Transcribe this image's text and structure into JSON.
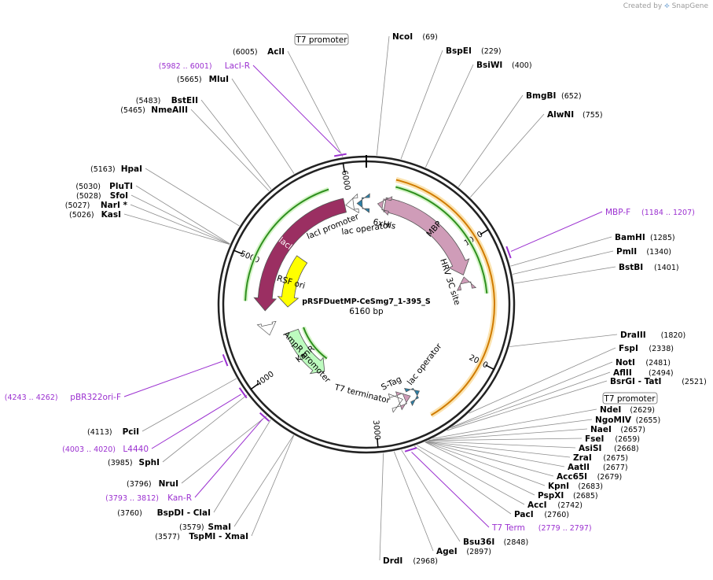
{
  "credit": {
    "prefix": "Created by",
    "brand": "SnapGene"
  },
  "plasmid": {
    "name": "pRSFDuetMP-CeSmg7_1-395_S",
    "size_label": "6160 bp",
    "length": 6160
  },
  "colors": {
    "laci": "#9b2f62",
    "mbp": "#cf9cb8",
    "rsf_ori": "#ffff00",
    "kanr": "#bdfbbf",
    "primer": "#9b30d0",
    "arrow_green": "#2f8f1f",
    "arrow_orange": "#d07b00"
  },
  "ticks": [
    {
      "label": "1000",
      "pos": 1000
    },
    {
      "label": "2000",
      "pos": 2000
    },
    {
      "label": "3000",
      "pos": 3000
    },
    {
      "label": "4000",
      "pos": 4000
    },
    {
      "label": "5000",
      "pos": 5000
    },
    {
      "label": "6000",
      "pos": 6000
    }
  ],
  "features": [
    {
      "id": "lacI",
      "label": "lacI",
      "type": "arrow",
      "start": 4560,
      "end": 5950,
      "dir": -1,
      "color": "#9b2f62",
      "text_color": "#ffffff",
      "lane": "outer"
    },
    {
      "id": "MBP",
      "label": "MBP",
      "type": "arrow",
      "start": 180,
      "end": 1250,
      "dir": 1,
      "color": "#cf9cb8",
      "text_color": "#000000",
      "lane": "outer"
    },
    {
      "id": "RSF_ori",
      "label": "RSF ori",
      "type": "arrow",
      "start": 4590,
      "end": 5220,
      "dir": -1,
      "color": "#ffff00",
      "text_color": "#000000",
      "lane": "inner"
    },
    {
      "id": "KanR",
      "label": "KanR",
      "type": "arrow",
      "start": 3630,
      "end": 4280,
      "dir": -1,
      "color": "#bdfbbf",
      "text_color": "#000000",
      "lane": "inner"
    }
  ],
  "feature_labels": [
    {
      "id": "lacI_promoter",
      "text": "lacI promoter"
    },
    {
      "id": "lac_operator_1",
      "text": "lac operator"
    },
    {
      "id": "sixxhis",
      "text": "6xHis"
    },
    {
      "id": "hrv_3c",
      "text": "HRV 3C site"
    },
    {
      "id": "ampr_promoter",
      "text": "AmpR promoter"
    },
    {
      "id": "t7_terminator",
      "text": "T7 terminator"
    },
    {
      "id": "s_tag",
      "text": "S-Tag"
    },
    {
      "id": "lac_operator_2",
      "text": "lac operator"
    }
  ],
  "t7_boxes": [
    {
      "id": "t7_promoter_top",
      "text": "T7 promoter"
    },
    {
      "id": "t7_promoter_right",
      "text": "T7 promoter"
    }
  ],
  "sites": [
    {
      "name": "NcoI",
      "pos": "(69)",
      "bp": 69,
      "side": "right"
    },
    {
      "name": "BspEI",
      "pos": "(229)",
      "bp": 229,
      "side": "right"
    },
    {
      "name": "BsiWI",
      "pos": "(400)",
      "bp": 400,
      "side": "right"
    },
    {
      "name": "BmgBI",
      "pos": "(652)",
      "bp": 652,
      "side": "right"
    },
    {
      "name": "AlwNI",
      "pos": "(755)",
      "bp": 755,
      "side": "right"
    },
    {
      "name": "BamHI",
      "pos": "(1285)",
      "bp": 1285,
      "side": "right"
    },
    {
      "name": "PmlI",
      "pos": "(1340)",
      "bp": 1340,
      "side": "right"
    },
    {
      "name": "BstBI",
      "pos": "(1401)",
      "bp": 1401,
      "side": "right"
    },
    {
      "name": "DraIII",
      "pos": "(1820)",
      "bp": 1820,
      "side": "right"
    },
    {
      "name": "FspI",
      "pos": "(2338)",
      "bp": 2338,
      "side": "right"
    },
    {
      "name": "NotI",
      "pos": "(2481)",
      "bp": 2481,
      "side": "right"
    },
    {
      "name": "AflII",
      "pos": "(2494)",
      "bp": 2494,
      "side": "right"
    },
    {
      "name": "BsrGI - TatI",
      "pos": "(2521)",
      "bp": 2521,
      "side": "right"
    },
    {
      "name": "NdeI",
      "pos": "(2629)",
      "bp": 2629,
      "side": "right"
    },
    {
      "name": "NgoMIV",
      "pos": "(2655)",
      "bp": 2655,
      "side": "right"
    },
    {
      "name": "NaeI",
      "pos": "(2657)",
      "bp": 2657,
      "side": "right"
    },
    {
      "name": "FseI",
      "pos": "(2659)",
      "bp": 2659,
      "side": "right"
    },
    {
      "name": "AsiSI",
      "pos": "(2668)",
      "bp": 2668,
      "side": "right"
    },
    {
      "name": "ZraI",
      "pos": "(2675)",
      "bp": 2675,
      "side": "right"
    },
    {
      "name": "AatII",
      "pos": "(2677)",
      "bp": 2677,
      "side": "right"
    },
    {
      "name": "Acc65I",
      "pos": "(2679)",
      "bp": 2679,
      "side": "right"
    },
    {
      "name": "KpnI",
      "pos": "(2683)",
      "bp": 2683,
      "side": "right"
    },
    {
      "name": "PspXI",
      "pos": "(2685)",
      "bp": 2685,
      "side": "right"
    },
    {
      "name": "AccI",
      "pos": "(2742)",
      "bp": 2742,
      "side": "right"
    },
    {
      "name": "PacI",
      "pos": "(2760)",
      "bp": 2760,
      "side": "right"
    },
    {
      "name": "Bsu36I",
      "pos": "(2848)",
      "bp": 2848,
      "side": "right"
    },
    {
      "name": "AgeI",
      "pos": "(2897)",
      "bp": 2897,
      "side": "right"
    },
    {
      "name": "DrdI",
      "pos": "(2968)",
      "bp": 2968,
      "side": "right"
    },
    {
      "name": "AclI",
      "pos": "(6005)",
      "bp": 6005,
      "side": "left"
    },
    {
      "name": "MluI",
      "pos": "(5665)",
      "bp": 5665,
      "side": "left"
    },
    {
      "name": "BstEII",
      "pos": "(5483)",
      "bp": 5483,
      "side": "left"
    },
    {
      "name": "NmeAIII",
      "pos": "(5465)",
      "bp": 5465,
      "side": "left"
    },
    {
      "name": "HpaI",
      "pos": "(5163)",
      "bp": 5163,
      "side": "left"
    },
    {
      "name": "PluTI",
      "pos": "(5030)",
      "bp": 5030,
      "side": "left"
    },
    {
      "name": "SfoI",
      "pos": "(5028)",
      "bp": 5028,
      "side": "left"
    },
    {
      "name": "NarI *",
      "pos": "(5027)",
      "bp": 5027,
      "side": "left"
    },
    {
      "name": "KasI",
      "pos": "(5026)",
      "bp": 5026,
      "side": "left"
    },
    {
      "name": "PciI",
      "pos": "(4113)",
      "bp": 4113,
      "side": "left"
    },
    {
      "name": "SphI",
      "pos": "(3985)",
      "bp": 3985,
      "side": "left"
    },
    {
      "name": "NruI",
      "pos": "(3796)",
      "bp": 3796,
      "side": "left"
    },
    {
      "name": "BspDI - ClaI",
      "pos": "(3760)",
      "bp": 3760,
      "side": "left"
    },
    {
      "name": "SmaI",
      "pos": "(3579)",
      "bp": 3579,
      "side": "left"
    },
    {
      "name": "TspMI - XmaI",
      "pos": "(3577)",
      "bp": 3577,
      "side": "left"
    }
  ],
  "primers": [
    {
      "name": "LacI-R",
      "range": "(5982 .. 6001)",
      "bp": 5991,
      "side": "left"
    },
    {
      "name": "MBP-F",
      "range": "(1184 .. 1207)",
      "bp": 1195,
      "side": "right"
    },
    {
      "name": "pBR322ori-F",
      "range": "(4243 .. 4262)",
      "bp": 4252,
      "side": "left"
    },
    {
      "name": "L4440",
      "range": "(4003 .. 4020)",
      "bp": 4011,
      "side": "left"
    },
    {
      "name": "Kan-R",
      "range": "(3793 .. 3812)",
      "bp": 3802,
      "side": "left"
    },
    {
      "name": "T7 Term",
      "range": "(2779 .. 2797)",
      "bp": 2788,
      "side": "right"
    }
  ]
}
